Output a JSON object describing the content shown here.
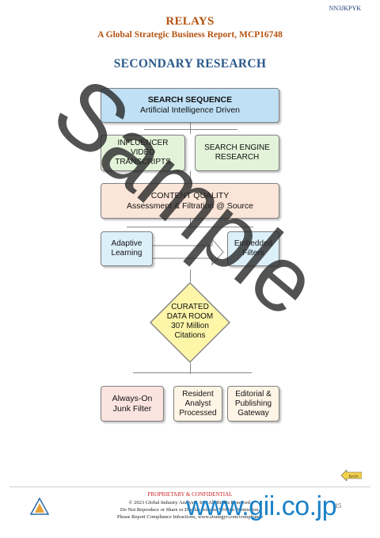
{
  "header": {
    "code": "NN3JKPYK",
    "title": "RELAYS",
    "subtitle": "A Global Strategic Business Report, MCP16748",
    "section": "SECONDARY RESEARCH"
  },
  "flow": {
    "search_title": "SEARCH SEQUENCE",
    "search_sub": "Artificial Intelligence Driven",
    "influencer": [
      "INFLUENCER",
      "VIDEO",
      "TRANSCRIPTS"
    ],
    "engine": [
      "SEARCH ENGINE",
      "RESEARCH"
    ],
    "content_title": "CONTENT QUALITY",
    "content_sub": "Assessment & Filtration @ Source",
    "adaptive": [
      "Adaptive",
      "Learning"
    ],
    "embedded": [
      "Embedded",
      "Filters"
    ],
    "diamond": [
      "CURATED",
      "DATA ROOM",
      "307 Million",
      "Citations"
    ],
    "junk": [
      "Always-On",
      "Junk Filter"
    ],
    "analyst": [
      "Resident",
      "Analyst",
      "Processed"
    ],
    "editorial": [
      "Editorial &",
      "Publishing",
      "Gateway"
    ]
  },
  "watermark": "Sample",
  "footer": {
    "confidential": "PROPRIETARY & CONFIDENTIAL",
    "copyright": "© 2023 Global Industry Analysts, Inc. All Rights Reserved.",
    "reproduce": "Do Not Reproduce or Share or Display without Written Permission.",
    "compliance": "Please Report Compliance Infractions, www.strategyr.com/compliance",
    "back_label": "BACK",
    "page": "15",
    "site": "www.gii.co.jp"
  },
  "colors": {
    "title": "#b5530f",
    "section": "#2a5a8a",
    "gii": "#1b82c9"
  }
}
